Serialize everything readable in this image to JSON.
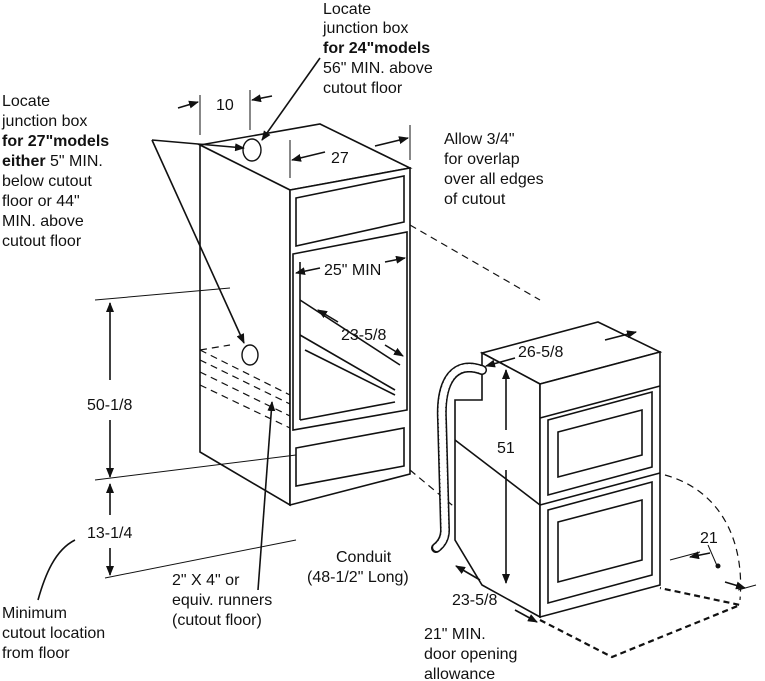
{
  "labels": {
    "locate_24": [
      "Locate",
      "junction box"
    ],
    "locate_24_bold": "for 24\"models",
    "locate_24_rest": [
      "56\" MIN. above",
      "cutout floor"
    ],
    "locate_27": [
      "Locate",
      "junction box"
    ],
    "locate_27_bold1": "for 27\"models",
    "locate_27_bold2": "either",
    "locate_27_line3_rest": " 5\" MIN.",
    "locate_27_rest": [
      "below cutout",
      "floor or 44\"",
      "MIN. above",
      "cutout floor"
    ],
    "allow": [
      "Allow 3/4\"",
      "for overlap",
      "over all edges",
      "of cutout"
    ],
    "minimum": [
      "Minimum",
      "cutout location",
      "from floor"
    ],
    "runners": [
      "2\" X 4\" or",
      "equiv. runners",
      "(cutout floor)"
    ],
    "conduit": [
      "Conduit",
      "(48-1/2\" Long)"
    ],
    "door": [
      "21\" MIN.",
      "door opening",
      "allowance"
    ]
  },
  "dimensions": {
    "d10": "10",
    "d27": "27",
    "d25min": "25\" MIN",
    "d23_58_cab": "23-5/8",
    "d50_18": "50-1/8",
    "d13_14": "13-1/4",
    "d26_58": "26-5/8",
    "d51": "51",
    "d23_58_oven": "23-5/8",
    "d21": "21"
  }
}
